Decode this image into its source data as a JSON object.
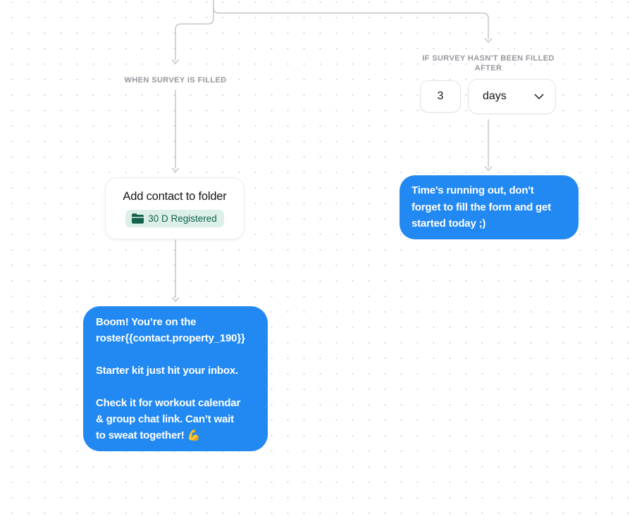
{
  "app": {
    "view": "automation-flow-canvas"
  },
  "colors": {
    "bubble_blue": "#2289f2",
    "connector_gray": "#c5c5ca",
    "branch_label_gray": "#97979e",
    "folder_tag_bg": "#dcf0e9",
    "folder_tag_text": "#14614d",
    "canvas_dot": "#d9d9de"
  },
  "when_branch": {
    "label": "WHEN SURVEY IS FILLED",
    "action_card": {
      "title": "Add contact to folder",
      "tag": {
        "icon": "folder-icon",
        "label": "30 D Registered"
      }
    },
    "message": {
      "text": "Boom! You’re on the\nroster{{contact.property_190}}\n\nStarter kit just hit your inbox.\n\nCheck it for workout calendar\n& group chat link. Can’t wait\nto sweat together! 💪"
    }
  },
  "if_branch": {
    "label_line1": "IF SURVEY HASN'T BEEN FILLED",
    "label_line2": "AFTER",
    "delay": {
      "value": "3",
      "unit": "days"
    },
    "message": {
      "text": "Time's running out, don't\nforget to fill the form and get\nstarted today ;)"
    }
  }
}
